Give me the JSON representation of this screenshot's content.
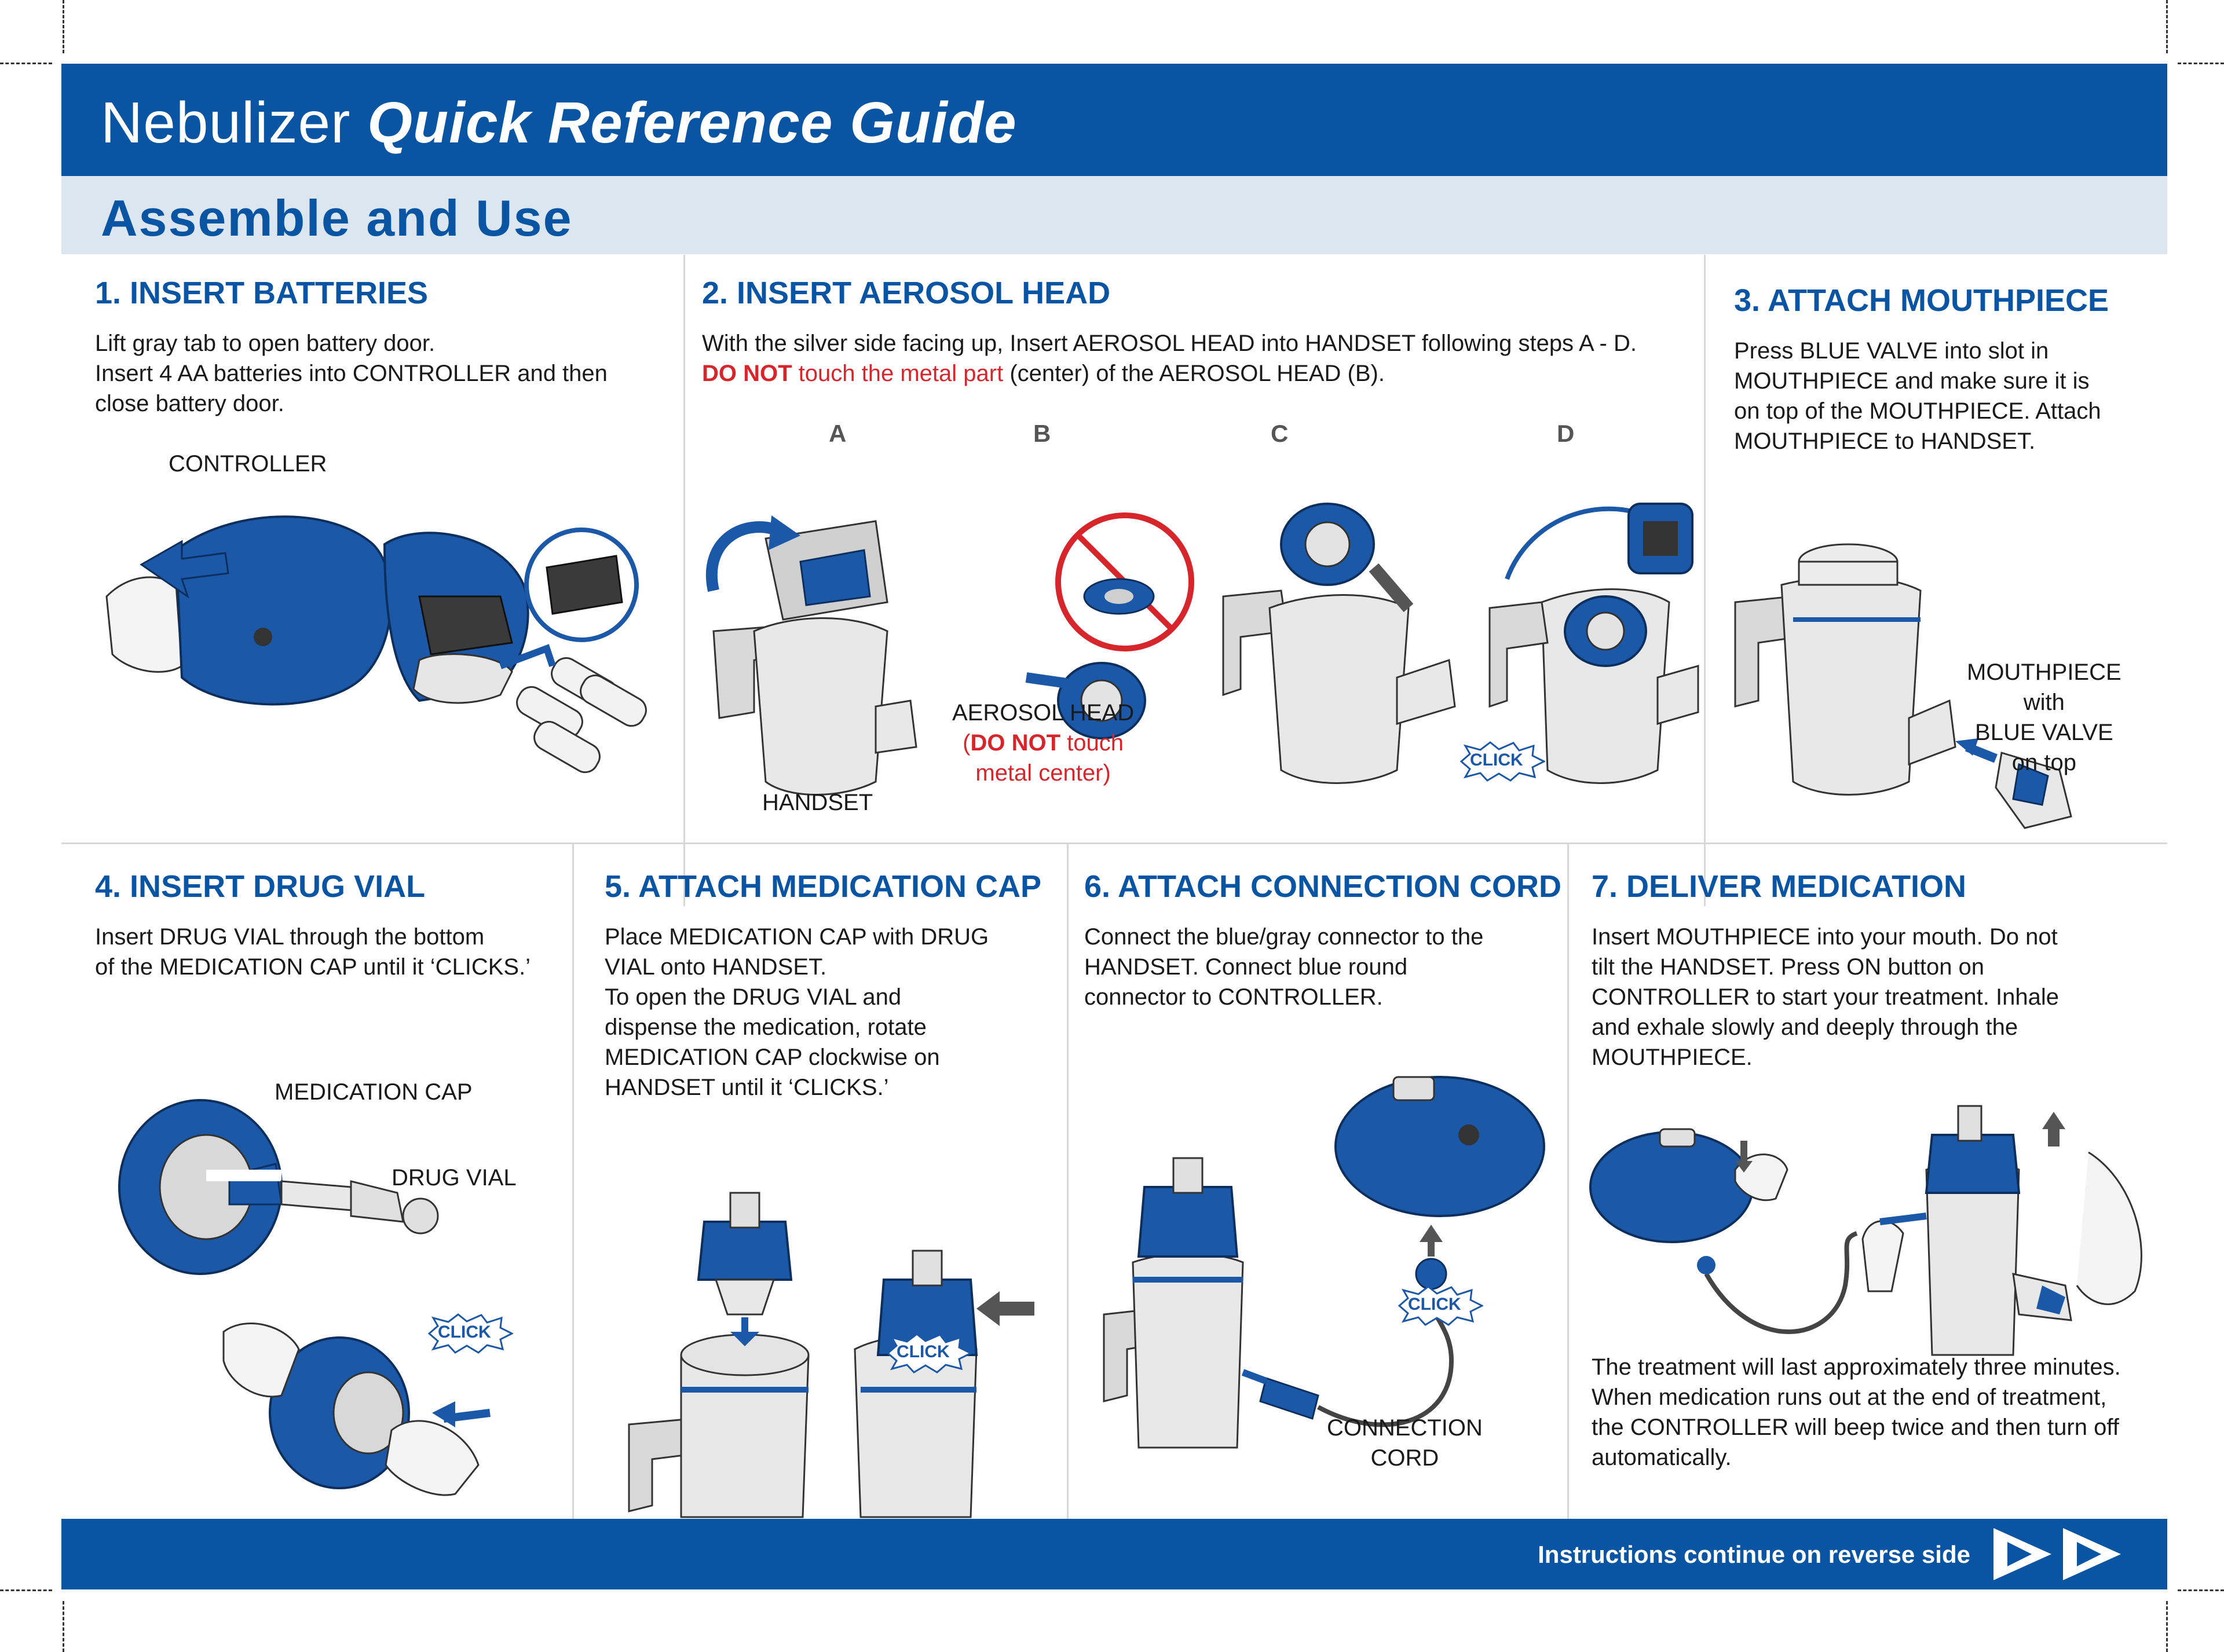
{
  "header": {
    "title_plain": "Nebulizer",
    "title_emph": "Quick Reference Guide"
  },
  "subheader": {
    "title": "Assemble and Use"
  },
  "steps": [
    {
      "title": "1. INSERT BATTERIES",
      "lines": [
        "Lift gray tab to open battery door.",
        "Insert 4 AA batteries into CONTROLLER and then",
        "close battery door."
      ],
      "labels": {
        "controller": "CONTROLLER"
      }
    },
    {
      "title": "2. INSERT AEROSOL HEAD",
      "line1": "With the silver side facing up, Insert AEROSOL HEAD into HANDSET following steps A - D.",
      "line2_red_bold": "DO NOT",
      "line2_red": " touch the metal part",
      "line2_rest": " (center) of the AEROSOL HEAD (B).",
      "letters": [
        "A",
        "B",
        "C",
        "D"
      ],
      "labels": {
        "handset": "HANDSET",
        "aerosol_head": "AEROSOL HEAD",
        "aerosol_open": "(",
        "aerosol_red_bold": "DO NOT",
        "aerosol_red": " touch",
        "aerosol_line3": "metal center)",
        "click": "CLICK"
      }
    },
    {
      "title": "3. ATTACH MOUTHPIECE",
      "lines": [
        "Press BLUE VALVE into slot in",
        "MOUTHPIECE and make sure it is",
        "on top of the MOUTHPIECE. Attach",
        "MOUTHPIECE to HANDSET."
      ],
      "labels": {
        "mouthpiece": [
          "MOUTHPIECE",
          "with",
          "BLUE VALVE",
          "on top"
        ]
      }
    },
    {
      "title": "4. INSERT DRUG VIAL",
      "lines": [
        "Insert DRUG VIAL through the bottom",
        "of the MEDICATION CAP until it ‘CLICKS.’"
      ],
      "labels": {
        "medication_cap": "MEDICATION CAP",
        "drug_vial": "DRUG VIAL",
        "click": "CLICK"
      }
    },
    {
      "title": "5. ATTACH MEDICATION CAP",
      "lines": [
        "Place MEDICATION CAP with DRUG",
        "VIAL onto HANDSET.",
        "To open the DRUG VIAL and",
        "dispense the medication, rotate",
        "MEDICATION CAP clockwise on",
        "HANDSET until it ‘CLICKS.’"
      ],
      "labels": {
        "click": "CLICK"
      }
    },
    {
      "title": "6. ATTACH CONNECTION CORD",
      "lines": [
        "Connect the blue/gray connector to the",
        "HANDSET. Connect blue round",
        "connector to CONTROLLER."
      ],
      "labels": {
        "cord": [
          "CONNECTION",
          "CORD"
        ],
        "click": "CLICK"
      }
    },
    {
      "title": "7. DELIVER MEDICATION",
      "lines": [
        "Insert MOUTHPIECE into your mouth.  Do not",
        "tilt the HANDSET. Press ON button on",
        "CONTROLLER to start your treatment. Inhale",
        "and exhale slowly and deeply through the",
        "MOUTHPIECE."
      ],
      "note": [
        "The treatment will last approximately three minutes.",
        "When medication runs out at the end of treatment,",
        "the CONTROLLER will beep twice and then turn off",
        "automatically."
      ]
    }
  ],
  "footer": {
    "text": "Instructions continue on reverse side",
    "icon": "double-play-arrow-icon"
  },
  "colors": {
    "brand_blue": "#0a55a3",
    "band_light": "#dbe6f1",
    "warning_red": "#d6262c"
  }
}
